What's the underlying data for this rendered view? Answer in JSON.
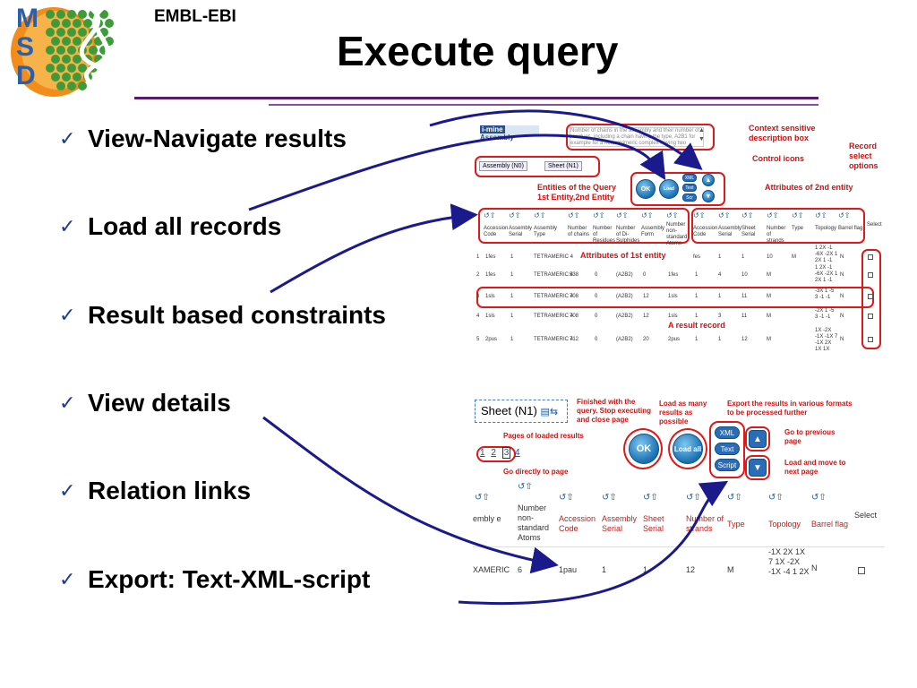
{
  "header": {
    "org": "EMBL-EBI",
    "title": "Execute query",
    "logo_letters": [
      "M",
      "S",
      "D"
    ]
  },
  "bullets": [
    "View-Navigate results",
    "Load all records",
    "Result based constraints",
    "View details",
    "Relation links",
    "Export: Text-XML-script"
  ],
  "shot1": {
    "brand": "i-mine",
    "brand_suffix": "Assembly",
    "context_text": "Number of chains in the assembly and their number of residues, including a chain having the type, A2B1 for example for a heterotrimeric complex having two",
    "pills": [
      "Assembly (N0)",
      "Sheet (N1)"
    ],
    "headers": [
      "Accession Code",
      "Assembly Serial",
      "Assembly Type",
      "Number of chains",
      "Number of Residues",
      "Number of Di-Sulphides",
      "Assembly Form",
      "Number non-standard Atoms",
      "Accession Code",
      "Assembly Serial",
      "Sheet Serial",
      "Number of strands",
      "Type",
      "Topology",
      "Barrel flag",
      "Select"
    ],
    "rows": [
      [
        "1",
        "1fes",
        "1",
        "TETRAMERIC 4",
        "",
        "",
        "",
        "",
        "fes",
        "1",
        "1",
        "10",
        "M",
        "1 2X -1 -6X -2X 1 2X 1 -1",
        "N"
      ],
      [
        "2",
        "1fes",
        "1",
        "TETRAMERIC 4",
        "538",
        "0",
        "(A2B2)",
        "0",
        "1fes",
        "1",
        "4",
        "10",
        "M",
        "1 2X -1 -6X -2X 1 2X 1 -1",
        "N"
      ],
      [
        "3",
        "1sls",
        "1",
        "TETRAMERIC 4",
        "708",
        "0",
        "(A2B2)",
        "12",
        "1sls",
        "1",
        "1",
        "11",
        "M",
        "-3X 1 -5 3 -1 -1",
        "N"
      ],
      [
        "4",
        "1sls",
        "1",
        "TETRAMERIC 4",
        "708",
        "0",
        "(A2B2)",
        "12",
        "1sls",
        "1",
        "3",
        "11",
        "M",
        "-2X 1 -5 3 -1 -1",
        "N"
      ],
      [
        "5",
        "2pus",
        "1",
        "TETRAMERIC 4",
        "712",
        "0",
        "(A2B2)",
        "20",
        "2pus",
        "1",
        "1",
        "12",
        "M",
        "1X -2X -1X -1X 7 -1X 2X 1X 1X",
        "N"
      ]
    ],
    "annotations": {
      "context": "Context sensitive description box",
      "record": "Record select options",
      "control": "Control icons",
      "entities": "Entities of the Query 1st Entity,2nd Entity",
      "attr2": "Attributes of 2nd entity",
      "attr1": "Attributes of 1st entity",
      "result": "A result record"
    }
  },
  "shot2": {
    "pill": "Sheet (N1)",
    "pages": [
      "1",
      "2",
      "3",
      "4"
    ],
    "buttons": {
      "ok": "OK",
      "loadall": "Load all",
      "xml": "XML",
      "text": "Text",
      "script": "Script"
    },
    "headers": [
      "embly e",
      "Number non-standard Atoms",
      "Accession Code",
      "Assembly Serial",
      "Sheet Serial",
      "Number of strands",
      "Type",
      "Topology",
      "Barrel flag",
      "Select"
    ],
    "row": [
      "XAMERIC",
      "6",
      "1pau",
      "1",
      "1",
      "12",
      "M",
      "-1X 2X 1X 7 1X -2X -1X -4 1 2X",
      "N"
    ],
    "annotations": {
      "finished": "Finished with the query. Stop executing and close page",
      "loadmany": "Load as many results as possible",
      "export": "Export the results in various formats to be processed further",
      "pagesloaded": "Pages of loaded results",
      "prev": "Go to previous page",
      "next": "Load and move to next page",
      "direct": "Go directly to page"
    }
  },
  "colors": {
    "rule": "#5a1a6e",
    "annotation": "#d01010",
    "arrow": "#1a1a8c",
    "check": "#1f3a93"
  }
}
